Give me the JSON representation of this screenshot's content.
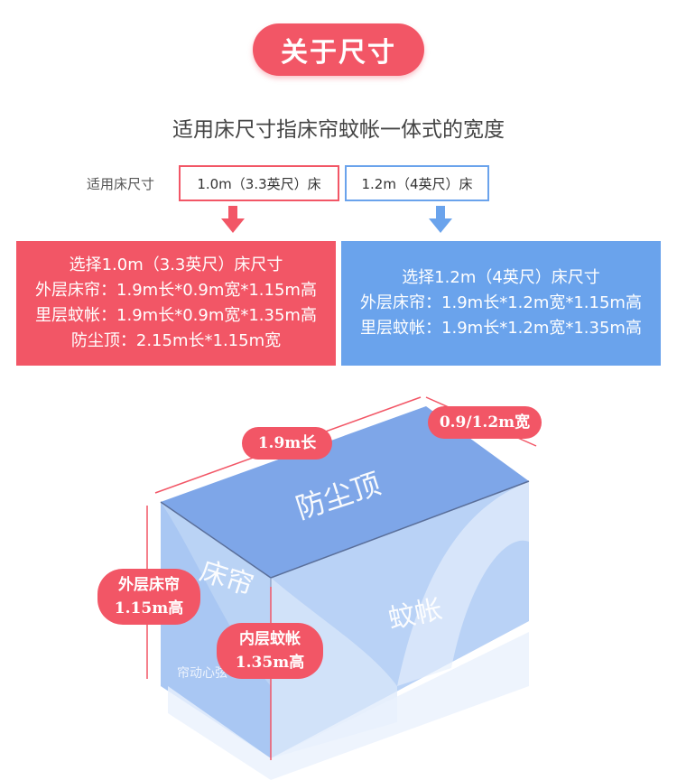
{
  "header": {
    "title": "关于尺寸",
    "subtitle": "适用床尺寸指床帘蚊帐一体式的宽度"
  },
  "selector": {
    "label": "适用床尺寸",
    "option_1": "1.0m（3.3英尺）床",
    "option_2": "1.2m（4英尺）床"
  },
  "cards": {
    "left": {
      "line1": "选择1.0m（3.3英尺）床尺寸",
      "line2": "外层床帘：1.9m长*0.9m宽*1.15m高",
      "line3": "里层蚊帐：1.9m长*0.9m宽*1.35m高",
      "line4": "防尘顶：2.15m长*1.15m宽"
    },
    "right": {
      "line1": "选择1.2m（4英尺）床尺寸",
      "line2": "外层床帘：1.9m长*1.2m宽*1.15m高",
      "line3": "里层蚊帐：1.9m长*1.2m宽*1.35m高"
    }
  },
  "diagram": {
    "top_label": "防尘顶",
    "side_label": "床帘",
    "front_label": "蚊帐",
    "length_tag": "1.9m长",
    "width_tag": "0.9/1.2m宽",
    "outer_tag_line1": "外层床帘",
    "outer_tag_line2": "1.15m高",
    "inner_tag_line1": "内层蚊帐",
    "inner_tag_line2": "1.35m高",
    "watermark": "帘动心弦"
  },
  "colors": {
    "red": "#f25666",
    "blue": "#6aa3ec",
    "box_blue": "#8cb4ef"
  }
}
